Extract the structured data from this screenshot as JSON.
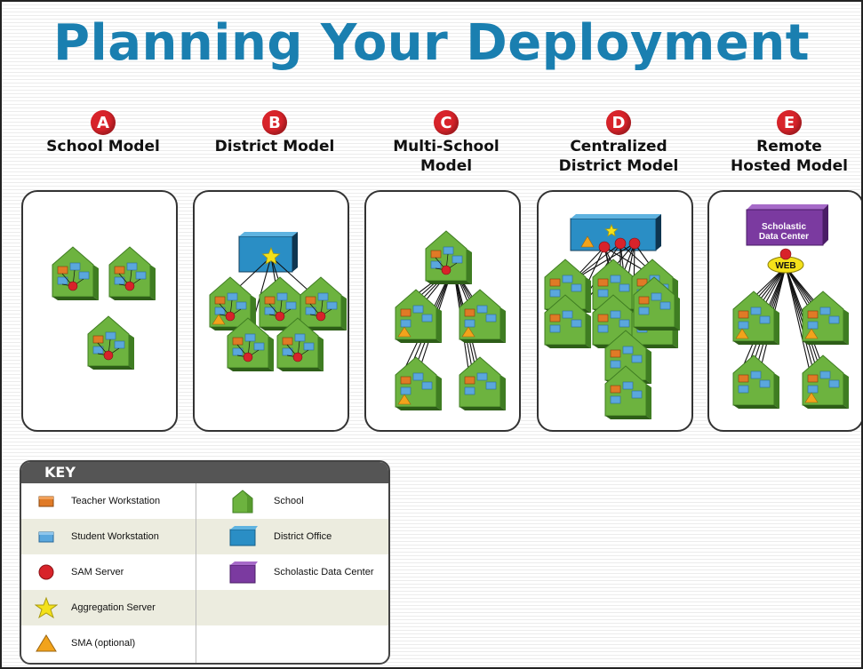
{
  "title": "Planning Your Deployment",
  "models": [
    {
      "letter": "A",
      "line1": "School Model",
      "line2": ""
    },
    {
      "letter": "B",
      "line1": "District Model",
      "line2": ""
    },
    {
      "letter": "C",
      "line1": "Multi-School",
      "line2": "Model"
    },
    {
      "letter": "D",
      "line1": "Centralized",
      "line2": "District Model"
    },
    {
      "letter": "E",
      "line1": "Remote",
      "line2": "Hosted Model"
    }
  ],
  "labels": {
    "data_center": "Scholastic Data Center",
    "web": "WEB"
  },
  "key": {
    "title": "KEY",
    "items_left": [
      {
        "label": "Teacher Workstation",
        "icon": "teacher-workstation-icon"
      },
      {
        "label": "Student Workstation",
        "icon": "student-workstation-icon"
      },
      {
        "label": "SAM Server",
        "icon": "sam-server-icon"
      },
      {
        "label": "Aggregation Server",
        "icon": "aggregation-server-icon"
      },
      {
        "label": "SMA (optional)",
        "icon": "sma-icon"
      }
    ],
    "items_right": [
      {
        "label": "School",
        "icon": "school-icon"
      },
      {
        "label": "District Office",
        "icon": "district-office-icon"
      },
      {
        "label": "Scholastic Data Center",
        "icon": "data-center-icon"
      }
    ]
  },
  "colors": {
    "title": "#1a7fb0",
    "badge": "#d8232a",
    "school_green": "#6db33f",
    "school_dark": "#3f7d22",
    "teacher_orange": "#e07a26",
    "student_blue": "#5aa7dd",
    "sam_red": "#d8232a",
    "star_yellow": "#f4e11a",
    "sma_orange": "#f2a31b",
    "district_blue": "#2a8ec5",
    "datacenter_purple": "#7b3aa0"
  }
}
